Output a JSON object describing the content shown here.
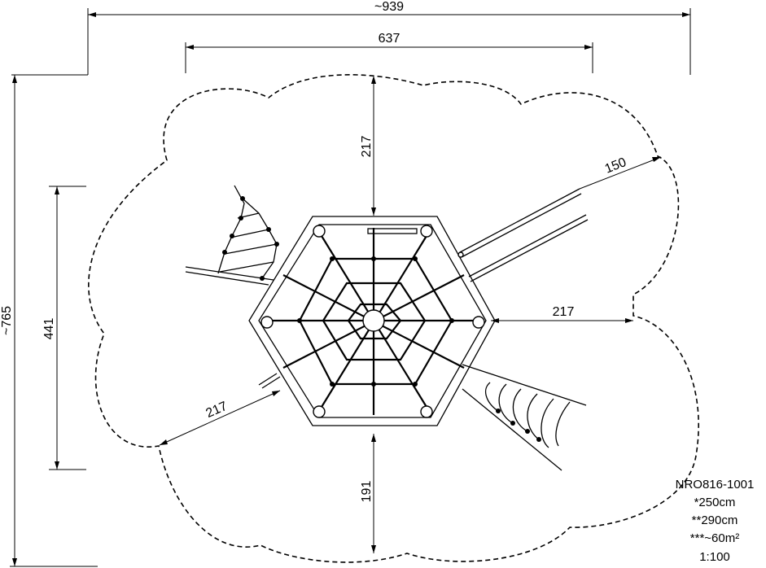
{
  "dimensions": {
    "overall_width": "~939",
    "frame_width": "637",
    "overall_height": "~765",
    "frame_height": "441",
    "top_clearance": "217",
    "right_clearance": "217",
    "lower_left_clearance": "217",
    "bottom_clearance": "191",
    "slide_clearance": "150"
  },
  "info": {
    "product_code": "NRO816-1001",
    "height_1": "*250cm",
    "height_2": "**290cm",
    "area": "***~60m²",
    "scale": "1:100"
  }
}
